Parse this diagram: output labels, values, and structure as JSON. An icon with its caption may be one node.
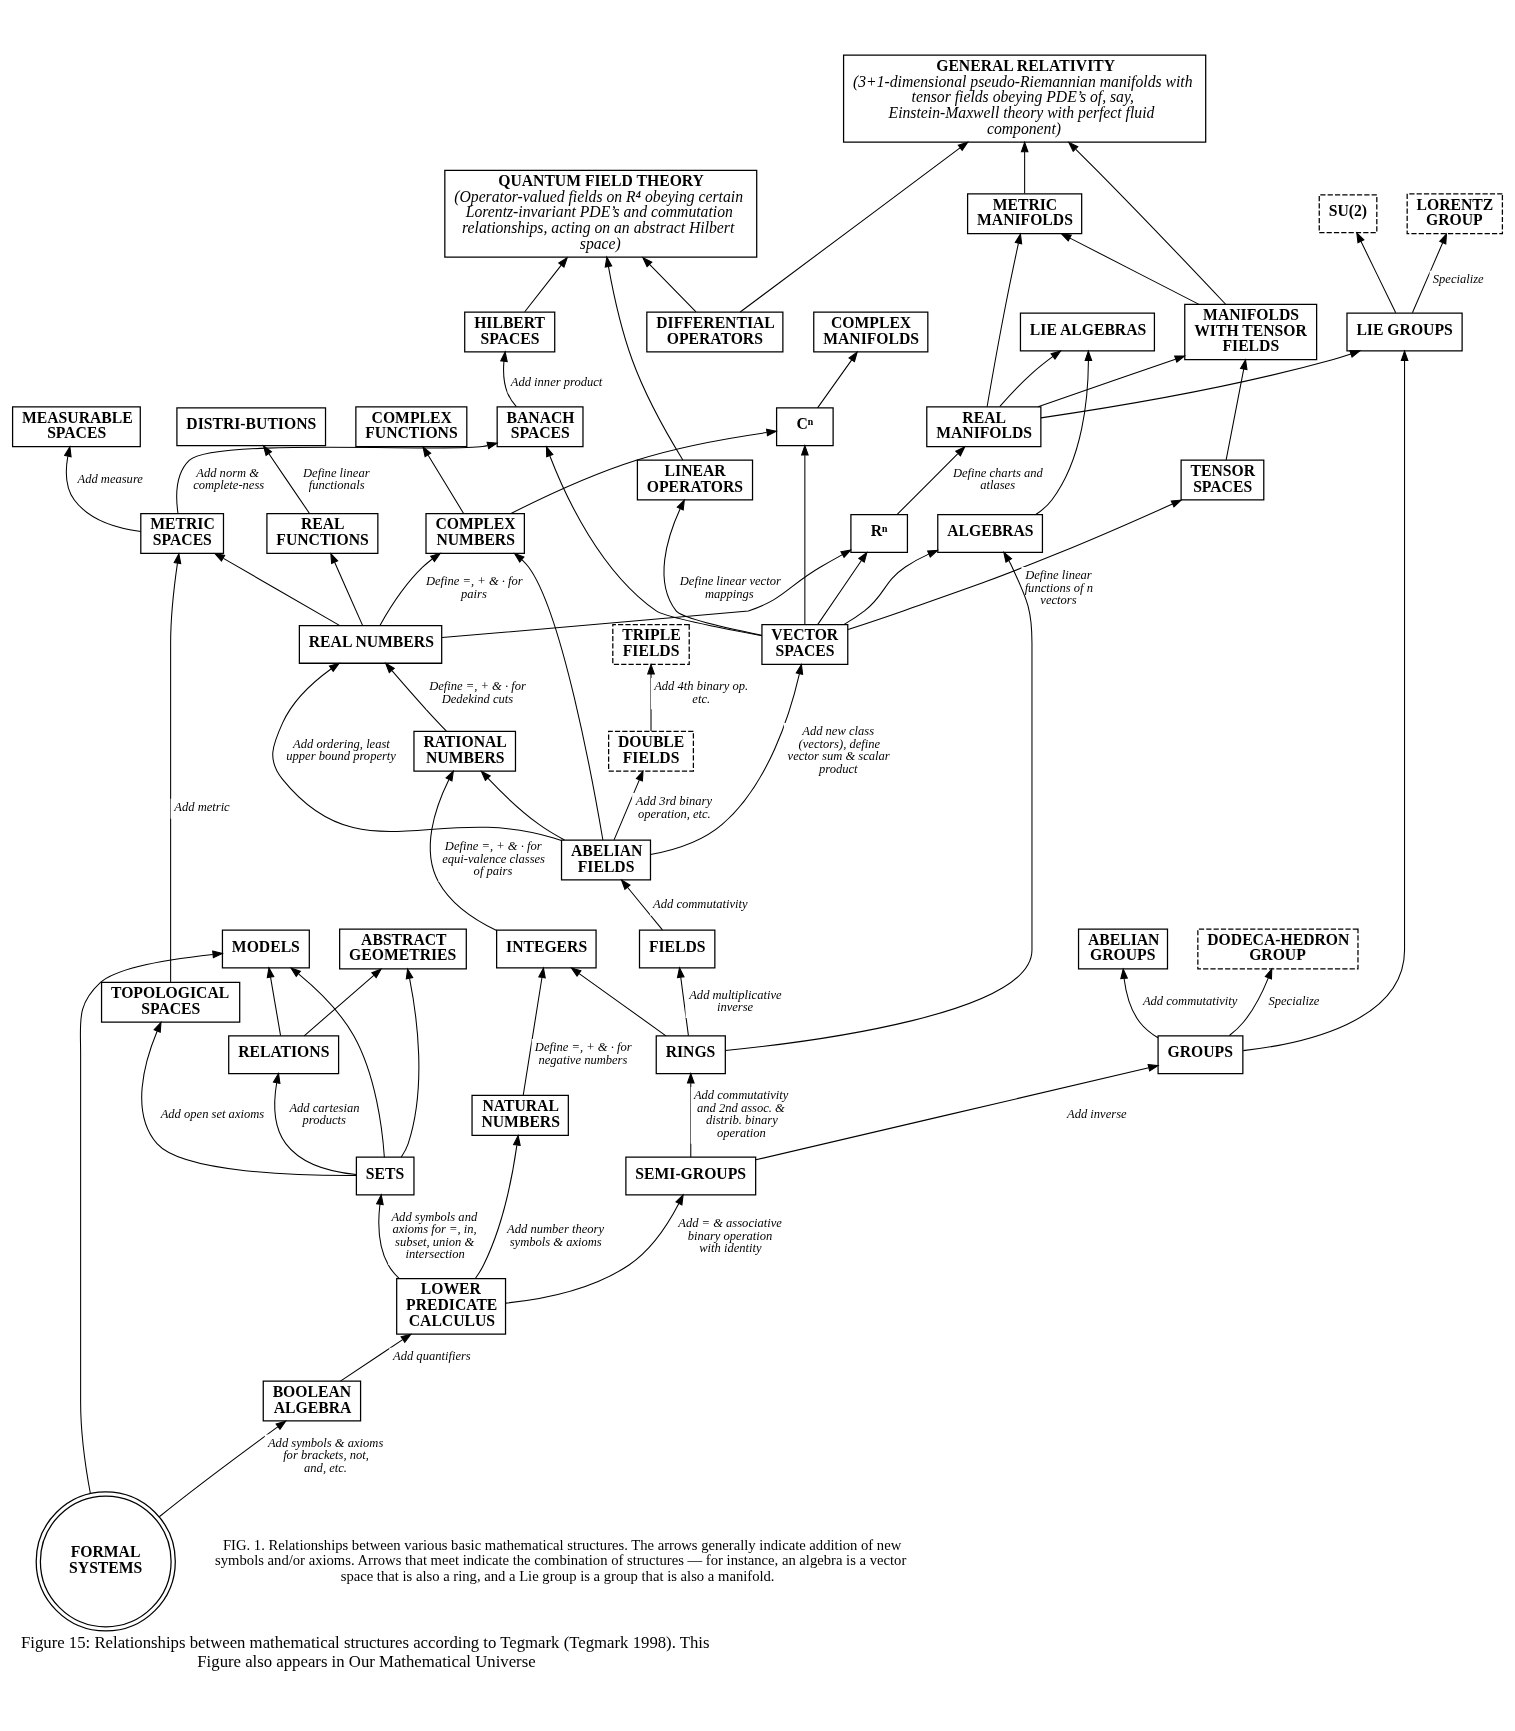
{
  "diagram": {
    "caption": "Figure 15: Relationships between mathematical structures according to Tegmark (Tegmark 1998). This Figure also appears in Our Mathematical Universe",
    "nodes": [
      {
        "text": [
          "LORENTZ GROUP"
        ]
      },
      {
        "text": [
          "SU(2)"
        ]
      },
      {
        "text": [
          "GENERAL RELATIVITY",
          "(3+1-dimensional pseudo-Riemannian manifolds with tensor fields obeying PDE’s of, say, Einstein-Maxwell theory with perfect fluid component)"
        ]
      },
      {
        "text": [
          "QUANTUM FIELD THEORY",
          "(Operator-valued fields on R⁴ obeying certain Lorentz-invariant PDE’s and commutation relationships, acting on an abstract Hilbert space)"
        ]
      },
      {
        "text": [
          "LIE GROUPS"
        ]
      },
      {
        "text": [
          "LIE ALGEBRAS"
        ]
      },
      {
        "text": [
          "DIFFERENTIAL OPERATORS"
        ]
      },
      {
        "text": [
          "MANIFOLDS WITH TENSOR FIELDS"
        ]
      },
      {
        "text": [
          "METRIC MANIFOLDS"
        ]
      },
      {
        "text": [
          "ALGEBRAS"
        ]
      },
      {
        "text": [
          "LINEAR OPERATORS"
        ]
      },
      {
        "text": [
          "TENSOR SPACES"
        ]
      },
      {
        "text": [
          "REAL MANIFOLDS"
        ]
      },
      {
        "text": [
          "COMPLEX MANIFOLDS"
        ]
      },
      {
        "text": [
          "HILBERT SPACES"
        ]
      },
      {
        "text": [
          "DISTRI-BUTIONS"
        ]
      },
      {
        "text": [
          "TRIPLE FIELDS"
        ]
      },
      {
        "text": [
          "Rⁿ"
        ]
      },
      {
        "text": [
          "Cⁿ"
        ]
      },
      {
        "text": [
          "BANACH SPACES"
        ]
      },
      {
        "text": [
          "REAL FUNCTIONS"
        ]
      },
      {
        "text": [
          "VECTOR SPACES"
        ]
      },
      {
        "text": [
          "DOUBLE FIELDS"
        ]
      },
      {
        "text": [
          "REAL NUMBERS"
        ]
      },
      {
        "text": [
          "COMPLEX NUMBERS"
        ]
      },
      {
        "text": [
          "COMPLEX FUNCTIONS"
        ]
      },
      {
        "text": [
          "MEASURABLE SPACES"
        ]
      },
      {
        "text": [
          "ABELIAN FIELDS"
        ]
      },
      {
        "text": [
          "RATIONAL NUMBERS"
        ]
      },
      {
        "text": [
          "METRIC SPACES"
        ]
      },
      {
        "text": [
          "ABELIAN GROUPS"
        ]
      },
      {
        "text": [
          "FIELDS"
        ]
      },
      {
        "text": [
          "INTEGERS"
        ]
      },
      {
        "text": [
          "TOPOLOGICAL SPACES"
        ]
      },
      {
        "text": [
          "GROUPS"
        ]
      },
      {
        "text": [
          "RINGS"
        ]
      },
      {
        "text": [
          "NATURAL NUMBERS"
        ]
      },
      {
        "text": [
          "SEMI-GROUPS"
        ]
      },
      {
        "text": [
          "ABSTRACT GEOMETRIES"
        ]
      },
      {
        "text": [
          "DODECA-HEDRON GROUP"
        ]
      },
      {
        "text": [
          "LOWER PREDICATE CALCULUS"
        ]
      },
      {
        "text": [
          "SETS"
        ]
      },
      {
        "text": [
          "RELATIONS"
        ]
      },
      {
        "text": [
          "BOOLEAN ALGEBRA"
        ]
      },
      {
        "text": [
          "MODELS"
        ]
      },
      {
        "text": [
          "FORMAL SYSTEMS"
        ]
      }
    ],
    "edges": [
      {
        "from": 4,
        "to": 0,
        "arrow": "to",
        "label": "Specialize"
      },
      {
        "from": 4,
        "to": 1,
        "arrow": "to"
      },
      {
        "from": 6,
        "to": 2,
        "arrow": "to"
      },
      {
        "from": 7,
        "to": 2,
        "arrow": "to"
      },
      {
        "from": 8,
        "to": 2,
        "arrow": "to"
      },
      {
        "from": 6,
        "to": 3,
        "arrow": "to"
      },
      {
        "from": 10,
        "to": 3,
        "arrow": "to"
      },
      {
        "from": 7,
        "to": 8,
        "arrow": "to"
      },
      {
        "from": 9,
        "to": 5,
        "arrow": "to"
      },
      {
        "from": 12,
        "to": 4,
        "arrow": "to"
      },
      {
        "from": 12,
        "to": 5,
        "arrow": "to"
      },
      {
        "from": 11,
        "to": 7,
        "arrow": "to"
      },
      {
        "from": 12,
        "to": 7,
        "arrow": "to"
      },
      {
        "from": 12,
        "to": 8,
        "arrow": "to"
      },
      {
        "from": 17,
        "to": 12,
        "arrow": "to",
        "label": "Define charts and atlases"
      },
      {
        "from": 18,
        "to": 13,
        "arrow": "to"
      },
      {
        "from": 19,
        "to": 14,
        "arrow": "to",
        "label": "Add inner product"
      },
      {
        "from": 14,
        "to": 3,
        "arrow": "to"
      },
      {
        "from": 20,
        "to": 15,
        "arrow": "to",
        "label": "Define linear functionals"
      },
      {
        "from": 22,
        "to": 16,
        "arrow": "to",
        "label": "Add 4th binary op. etc."
      },
      {
        "from": 21,
        "to": 9,
        "arrow": "to"
      },
      {
        "from": 21,
        "to": 10,
        "arrow": "to",
        "label": "Define linear vector mappings"
      },
      {
        "from": 21,
        "to": 11,
        "arrow": "to",
        "label": "Define linear functions of n vectors"
      },
      {
        "from": 21,
        "to": 17,
        "arrow": "to"
      },
      {
        "from": 21,
        "to": 18,
        "arrow": "to"
      },
      {
        "from": 21,
        "to": 19,
        "arrow": "to"
      },
      {
        "from": 23,
        "to": 17,
        "arrow": "to"
      },
      {
        "from": 24,
        "to": 18,
        "arrow": "to"
      },
      {
        "from": 23,
        "to": 24,
        "arrow": "to",
        "label": "Define =, + & · for pairs"
      },
      {
        "from": 27,
        "to": 24,
        "arrow": "to"
      },
      {
        "from": 23,
        "to": 29,
        "arrow": "to"
      },
      {
        "from": 23,
        "to": 20,
        "arrow": "to"
      },
      {
        "from": 24,
        "to": 25,
        "arrow": "to"
      },
      {
        "from": 29,
        "to": 19,
        "arrow": "to",
        "label": "Add norm & complete-ness"
      },
      {
        "from": 29,
        "to": 26,
        "arrow": "to",
        "label": "Add measure"
      },
      {
        "from": 33,
        "to": 29,
        "arrow": "to",
        "label": "Add metric"
      },
      {
        "from": 41,
        "to": 33,
        "arrow": "to",
        "label": "Add open set axioms"
      },
      {
        "from": 27,
        "to": 22,
        "arrow": "to",
        "label": "Add 3rd binary operation, etc."
      },
      {
        "from": 27,
        "to": 21,
        "arrow": "to",
        "label": "Add new class (vectors), define vector sum & scalar product"
      },
      {
        "from": 27,
        "to": 23,
        "arrow": "to",
        "label": "Add ordering, least upper bound property"
      },
      {
        "from": 27,
        "to": 28,
        "arrow": "to"
      },
      {
        "from": 28,
        "to": 23,
        "arrow": "to",
        "label": "Define =, + & · for Dedekind cuts"
      },
      {
        "from": 32,
        "to": 28,
        "arrow": "to",
        "label": "Define =, + & · for equi-valence classes of pairs"
      },
      {
        "from": 36,
        "to": 32,
        "arrow": "to",
        "label": "Define =, + & · for negative numbers"
      },
      {
        "from": 40,
        "to": 36,
        "arrow": "to",
        "label": "Add number theory symbols & axioms"
      },
      {
        "from": 31,
        "to": 27,
        "arrow": "to",
        "label": "Add commutativity"
      },
      {
        "from": 35,
        "to": 31,
        "arrow": "to",
        "label": "Add multiplicative inverse"
      },
      {
        "from": 35,
        "to": 32,
        "arrow": "to"
      },
      {
        "from": 35,
        "to": 9,
        "arrow": "to"
      },
      {
        "from": 34,
        "to": 30,
        "arrow": "to",
        "label": "Add commutativity"
      },
      {
        "from": 34,
        "to": 4,
        "arrow": "to"
      },
      {
        "from": 34,
        "to": 39,
        "arrow": "to",
        "label": "Specialize"
      },
      {
        "from": 37,
        "to": 34,
        "arrow": "to",
        "label": "Add inverse"
      },
      {
        "from": 37,
        "to": 35,
        "arrow": "to",
        "label": "Add commutativity and 2nd assoc. & distrib. binary operation"
      },
      {
        "from": 40,
        "to": 37,
        "arrow": "to",
        "label": "Add = & associative binary operation with identity"
      },
      {
        "from": 40,
        "to": 41,
        "arrow": "to",
        "label": "Add symbols and axioms for =, in, subset, union & intersection"
      },
      {
        "from": 41,
        "to": 42,
        "arrow": "to",
        "label": "Add cartesian products"
      },
      {
        "from": 41,
        "to": 38,
        "arrow": "to"
      },
      {
        "from": 42,
        "to": 38,
        "arrow": "to"
      },
      {
        "from": 41,
        "to": 44,
        "arrow": "to"
      },
      {
        "from": 42,
        "to": 44,
        "arrow": "to"
      },
      {
        "from": 43,
        "to": 40,
        "arrow": "to",
        "label": "Add quantifiers"
      },
      {
        "from": 45,
        "to": 43,
        "arrow": "to",
        "label": "Add symbols & axioms for brackets, not, and, etc."
      },
      {
        "from": 45,
        "to": 44,
        "arrow": "to"
      }
    ],
    "labels": [
      "FIG. 1. Relationships between various basic mathematical structures. The arrows generally indicate addition of new symbols and/or axioms. Arrows that meet indicate the combination of structures — for instance, an algebra is a vector space that is also a ring, and a Lie group is a group that is also a manifold."
    ]
  }
}
